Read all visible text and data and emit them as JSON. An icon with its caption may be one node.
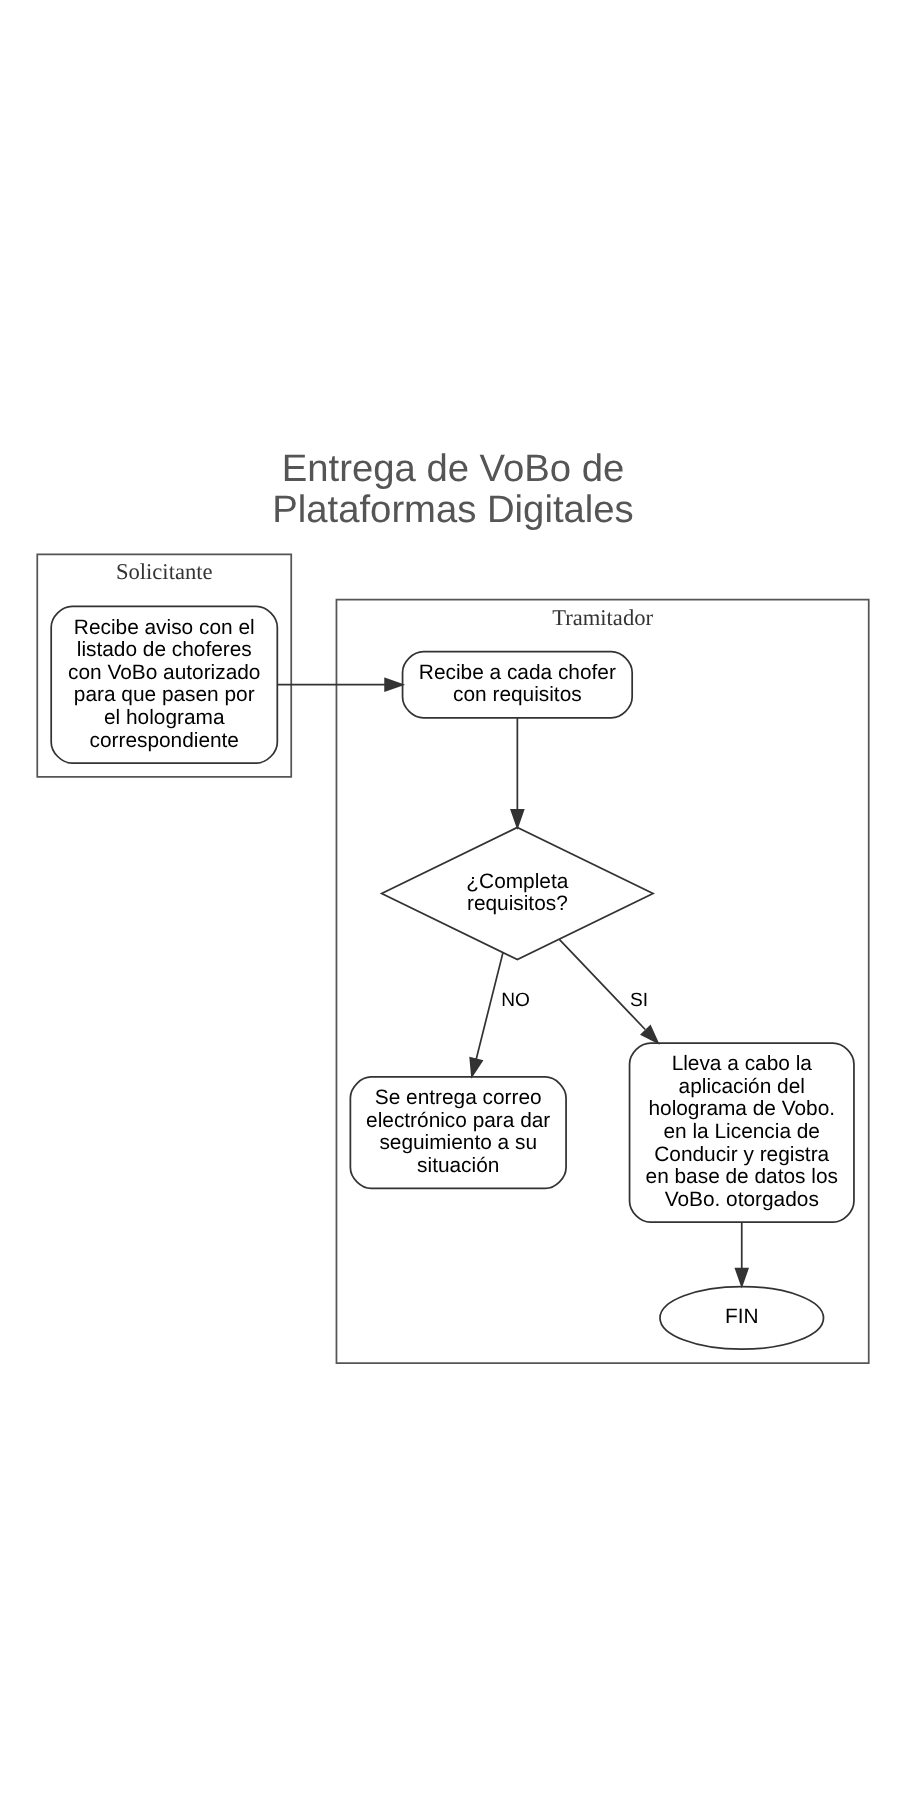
{
  "diagram": {
    "title": "Entrega de VoBo de Plataformas Digitales",
    "nodes": [
      {
        "text": [
          "Solicitante"
        ]
      },
      {
        "text": [
          "Tramitador"
        ]
      },
      {
        "text": [
          "Recibe aviso con el listado de choferes con VoBo autorizado para que pasen por el holograma correspondiente"
        ],
        "in": 0
      },
      {
        "text": [
          "Recibe a cada chofer con requisitos"
        ],
        "in": 1
      },
      {
        "text": [
          "¿Completa requisitos?"
        ],
        "in": 1
      },
      {
        "text": [
          "Se entrega correo electrónico para dar seguimiento a su situación"
        ],
        "in": 1
      },
      {
        "text": [
          "Lleva a cabo la aplicación del holograma de Vobo. en la Licencia de Conducir y registra en base de datos los VoBo. otorgados"
        ],
        "in": 1
      },
      {
        "text": [
          "FIN"
        ],
        "in": 1
      }
    ],
    "edges": [
      {
        "from": 2,
        "to": 3,
        "arrow": "to"
      },
      {
        "from": 3,
        "to": 4,
        "arrow": "to"
      },
      {
        "from": 4,
        "to": 5,
        "arrow": "to",
        "label": "NO"
      },
      {
        "from": 4,
        "to": 6,
        "arrow": "to",
        "label": "SI"
      },
      {
        "from": 6,
        "to": 7,
        "arrow": "to"
      }
    ]
  }
}
